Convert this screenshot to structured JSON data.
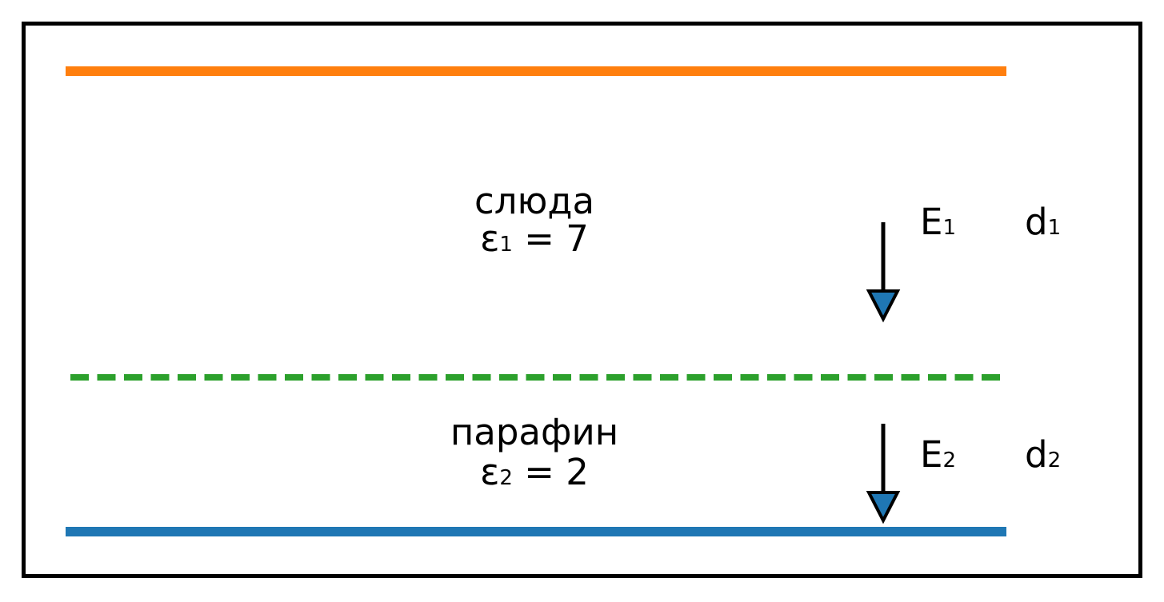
{
  "diagram": {
    "description_colors": {
      "background": "#ffffff",
      "frame": "#000000",
      "text": "#000000"
    },
    "plates": {
      "top": {
        "color": "#ff7f0e"
      },
      "bottom": {
        "color": "#1f77b4"
      }
    },
    "interface": {
      "color": "#2ca02c",
      "style": "dashed"
    },
    "layers": [
      {
        "material": "слюда",
        "permittivity": {
          "base": "ε",
          "sub": "1",
          "rest": " = 7"
        },
        "field_label": {
          "base": "E",
          "sub": "1"
        },
        "thickness_label": {
          "base": "d",
          "sub": "1"
        },
        "arrow": {
          "head_fill": "#1f77b4",
          "stroke": "#000000"
        }
      },
      {
        "material": "парафин",
        "permittivity": {
          "base": "ε",
          "sub": "2",
          "rest": " = 2"
        },
        "field_label": {
          "base": "E",
          "sub": "2"
        },
        "thickness_label": {
          "base": "d",
          "sub": "2"
        },
        "arrow": {
          "head_fill": "#1f77b4",
          "stroke": "#000000"
        }
      }
    ]
  }
}
